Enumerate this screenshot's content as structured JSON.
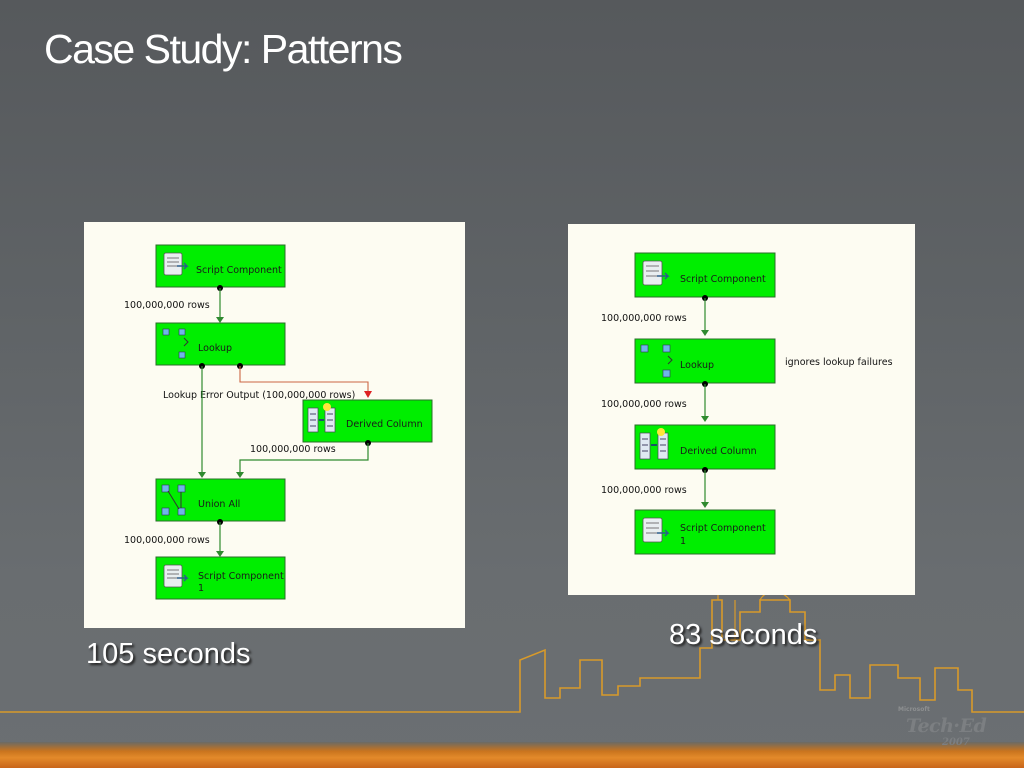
{
  "slide": {
    "title": "Case Study: Patterns"
  },
  "left_diagram": {
    "nodes": {
      "script_component": "Script Component",
      "lookup": "Lookup",
      "derived_column": "Derived Column",
      "union_all": "Union All",
      "script_component_1_line1": "Script Component",
      "script_component_1_line2": "1"
    },
    "flows": {
      "rows_1": "100,000,000 rows",
      "error_output": "Lookup Error Output (100,000,000 rows)",
      "rows_2": "100,000,000 rows",
      "rows_3": "100,000,000 rows"
    },
    "caption": "105 seconds"
  },
  "right_diagram": {
    "nodes": {
      "script_component": "Script Component",
      "lookup": "Lookup",
      "derived_column": "Derived Column",
      "script_component_1_line1": "Script Component",
      "script_component_1_line2": "1"
    },
    "flows": {
      "rows_1": "100,000,000 rows",
      "rows_2": "100,000,000 rows",
      "rows_3": "100,000,000 rows"
    },
    "annotation": "ignores lookup failures",
    "caption": "83 seconds"
  },
  "logo": {
    "brand": "Microsoft",
    "name": "Tech·Ed",
    "year": "2007"
  },
  "colors": {
    "node_fill": "#00ee00",
    "flow_green": "#2f8a2f",
    "error_red": "#cc2222",
    "skyline": "#d89a2a",
    "accent_orange": "#e38a2a"
  }
}
